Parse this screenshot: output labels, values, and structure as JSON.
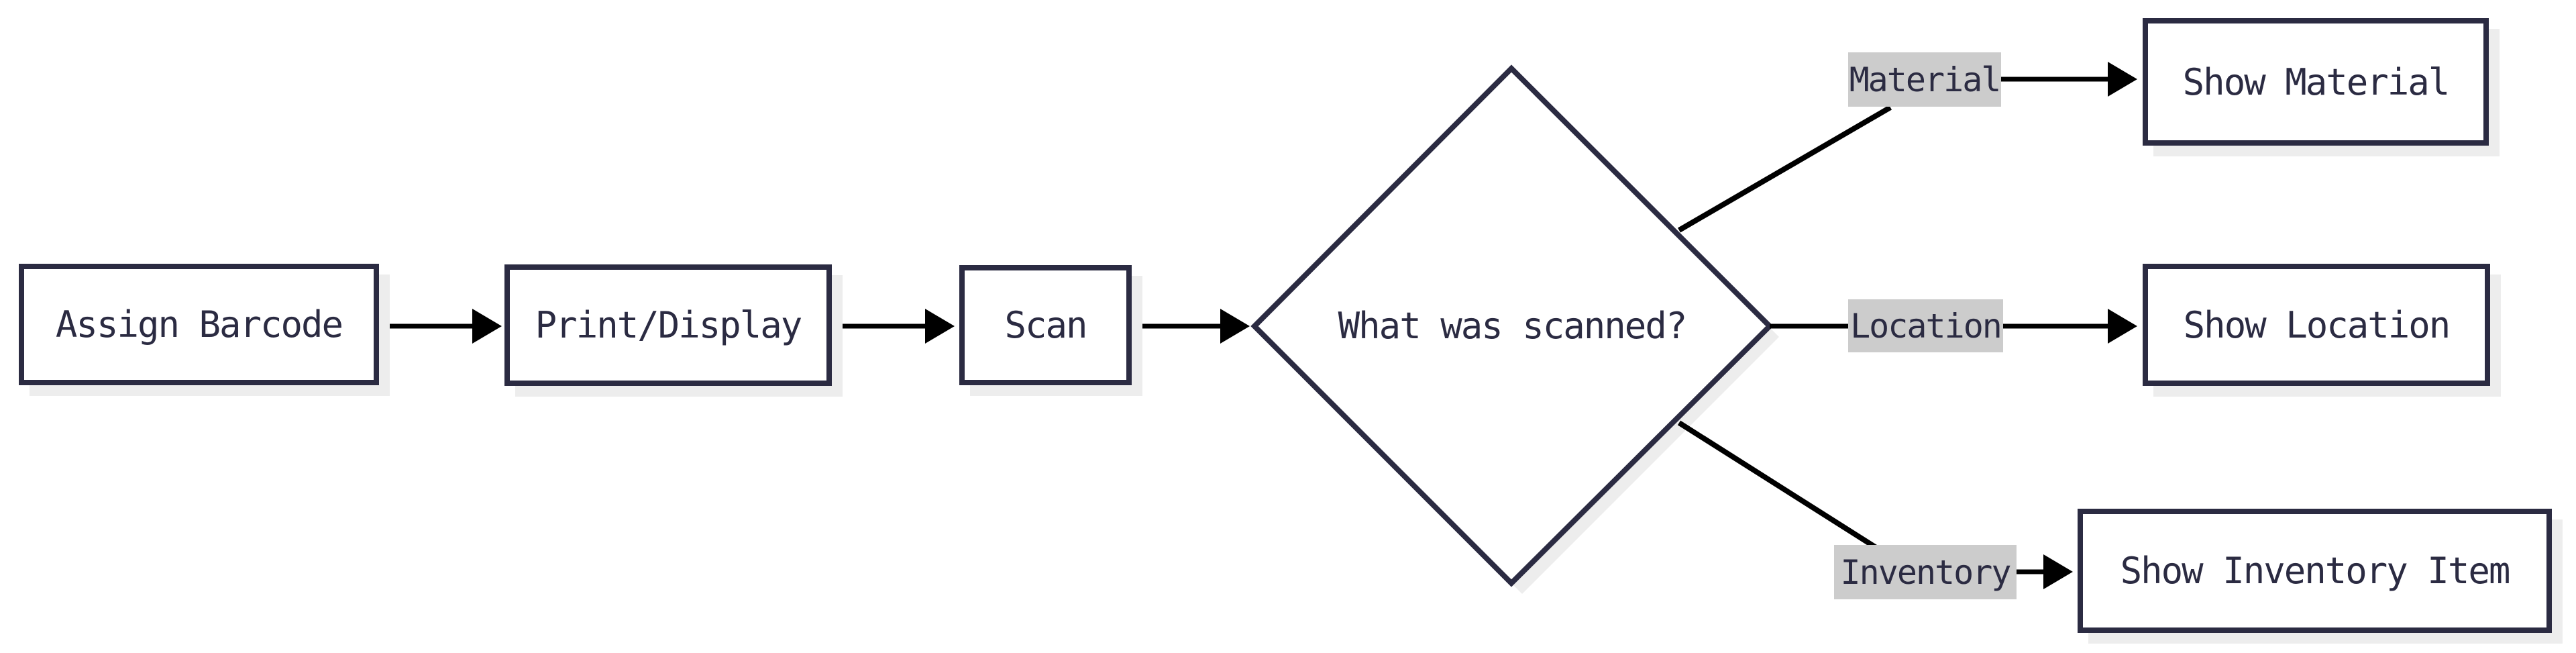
{
  "diagram": {
    "title": "barcode-scan-flowchart",
    "colors": {
      "background": "#ffffff",
      "node_fill": "#ffffff",
      "node_border": "#2b2b42",
      "node_text": "#2b2b42",
      "edge_line": "#000000",
      "edge_label_bg": "#cccccc",
      "shadow": "#ededed"
    },
    "nodes": [
      {
        "id": "assign-barcode",
        "shape": "rect",
        "label": "Assign Barcode"
      },
      {
        "id": "print-display",
        "shape": "rect",
        "label": "Print/Display"
      },
      {
        "id": "scan",
        "shape": "rect",
        "label": "Scan"
      },
      {
        "id": "what-was-scanned",
        "shape": "diamond",
        "label": "What was scanned?"
      },
      {
        "id": "show-material",
        "shape": "rect",
        "label": "Show Material"
      },
      {
        "id": "show-location",
        "shape": "rect",
        "label": "Show Location"
      },
      {
        "id": "show-inventory-item",
        "shape": "rect",
        "label": "Show Inventory Item"
      }
    ],
    "edges": [
      {
        "from": "assign-barcode",
        "to": "print-display",
        "label": ""
      },
      {
        "from": "print-display",
        "to": "scan",
        "label": ""
      },
      {
        "from": "scan",
        "to": "what-was-scanned",
        "label": ""
      },
      {
        "from": "what-was-scanned",
        "to": "show-material",
        "label": "Material"
      },
      {
        "from": "what-was-scanned",
        "to": "show-location",
        "label": "Location"
      },
      {
        "from": "what-was-scanned",
        "to": "show-inventory-item",
        "label": "Inventory"
      }
    ]
  }
}
